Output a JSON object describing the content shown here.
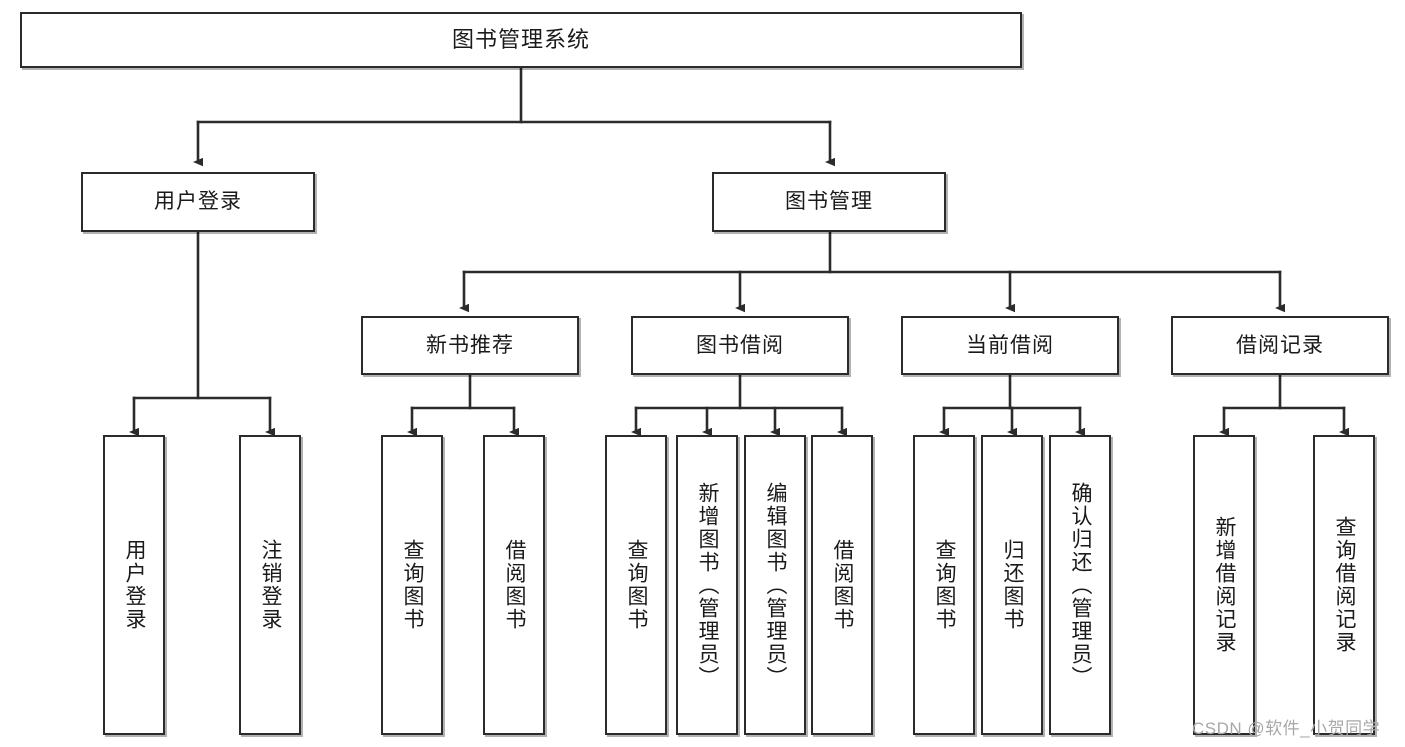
{
  "diagram": {
    "title": "图书管理系统",
    "type": "tree",
    "colors": {
      "box_border": "#2b2b2b",
      "box_fill": "#ffffff",
      "connector": "#2b2b2b",
      "text": "#1a1a1a",
      "watermark": "#a8a8a8"
    },
    "root": {
      "label": "图书管理系统"
    },
    "level2": [
      {
        "label": "用户登录"
      },
      {
        "label": "图书管理"
      }
    ],
    "level3": [
      {
        "label": "新书推荐"
      },
      {
        "label": "图书借阅"
      },
      {
        "label": "当前借阅"
      },
      {
        "label": "借阅记录"
      }
    ],
    "leaves_user_login": [
      {
        "label": "用户登录"
      },
      {
        "label": "注销登录"
      }
    ],
    "leaves_new_book": [
      {
        "label": "查询图书"
      },
      {
        "label": "借阅图书"
      }
    ],
    "leaves_borrow": [
      {
        "label": "查询图书"
      },
      {
        "label": "新增图书（管理员）"
      },
      {
        "label": "编辑图书（管理员）"
      },
      {
        "label": "借阅图书"
      }
    ],
    "leaves_current": [
      {
        "label": "查询图书"
      },
      {
        "label": "归还图书"
      },
      {
        "label": "确认归还（管理员）"
      }
    ],
    "leaves_records": [
      {
        "label": "新增借阅记录"
      },
      {
        "label": "查询借阅记录"
      }
    ]
  },
  "watermark": {
    "text": "CSDN @软件_小贺同学"
  }
}
